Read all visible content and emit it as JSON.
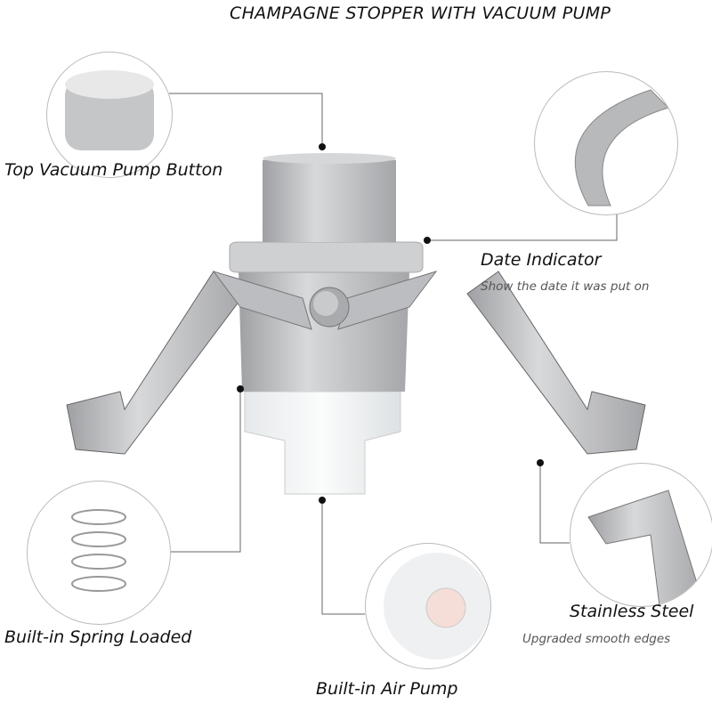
{
  "title": "CHAMPAGNE STOPPER WITH VACUUM PUMP",
  "features": [
    {
      "label": "Top Vacuum Pump Button",
      "detail": ""
    },
    {
      "label": "Date Indicator",
      "detail": "Show the date it was put on"
    },
    {
      "label": "Built-in Spring Loaded",
      "detail": ""
    },
    {
      "label": "Built-in Air Pump",
      "detail": ""
    },
    {
      "label": "Stainless Steel",
      "detail": "Upgraded smooth edges"
    }
  ],
  "colors": {
    "metal": "#c4c5c7",
    "metal_dark": "#8e8f92",
    "silicone": "#f2f4f5",
    "line": "#666666"
  }
}
